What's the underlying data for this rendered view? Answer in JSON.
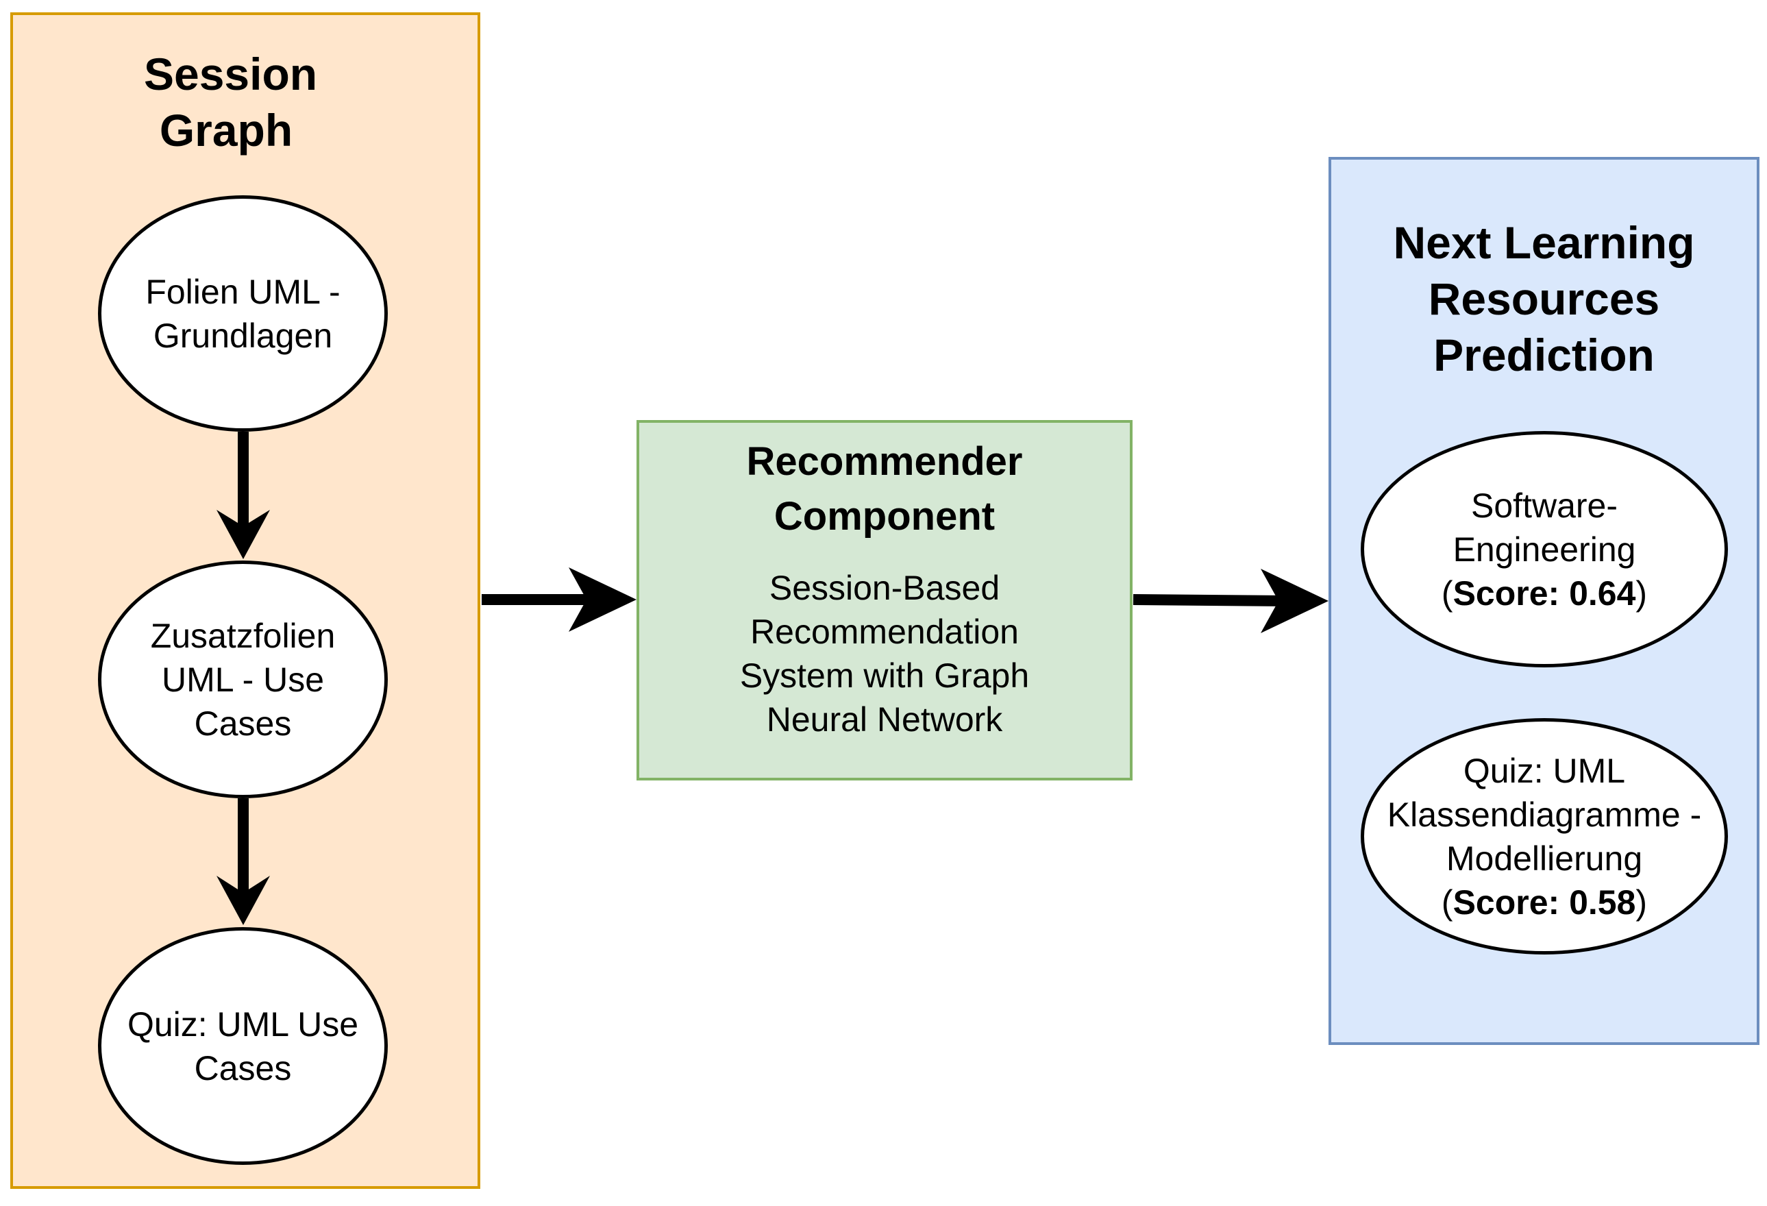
{
  "session_graph": {
    "title": "Session Graph",
    "nodes": [
      "Folien UML - Grundlagen",
      "Zusatzfolien UML - Use Cases",
      "Quiz: UML Use Cases"
    ]
  },
  "recommender": {
    "title": "Recommender Component",
    "description": "Session-Based Recommendation System with Graph Neural Network"
  },
  "prediction": {
    "title": "Next Learning Resources Prediction",
    "items": [
      {
        "name": "Software-Engineering",
        "open_paren": "(",
        "score": "Score: 0.64",
        "close_paren": ")"
      },
      {
        "name": "Quiz: UML Klassendiagramme - Modellierung",
        "open_paren": "(",
        "score": "Score: 0.58",
        "close_paren": ")"
      }
    ]
  },
  "colors": {
    "session_fill": "#ffe6cc",
    "session_border": "#d79b00",
    "recommender_fill": "#d5e8d4",
    "recommender_border": "#82b366",
    "prediction_fill": "#dae8fc",
    "prediction_border": "#6c8ebf"
  }
}
